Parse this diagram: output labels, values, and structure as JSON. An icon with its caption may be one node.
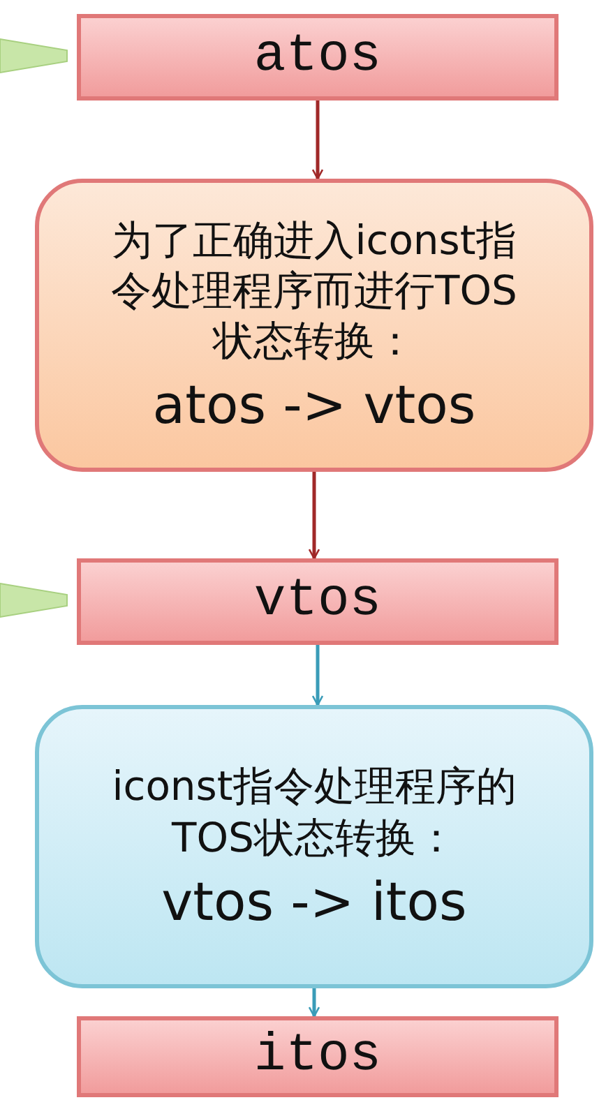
{
  "diagram": {
    "nodes": [
      {
        "text": [
          "atos"
        ]
      },
      {
        "text": [
          "为了正确进入iconst指令处理程序而进行TOS状态转换：",
          "atos -> vtos"
        ]
      },
      {
        "text": [
          "vtos"
        ]
      },
      {
        "text": [
          "iconst指令处理程序的TOS状态转换：",
          "vtos -> itos"
        ]
      },
      {
        "text": [
          "itos"
        ]
      }
    ],
    "edges": [
      {
        "from": 0,
        "to": 1,
        "arrow": "to"
      },
      {
        "from": 1,
        "to": 2,
        "arrow": "to"
      },
      {
        "from": 2,
        "to": 3,
        "arrow": "to",
        "color": "#3a9cb8"
      },
      {
        "from": 3,
        "to": 4,
        "arrow": "to",
        "color": "#3a9cb8"
      }
    ]
  }
}
